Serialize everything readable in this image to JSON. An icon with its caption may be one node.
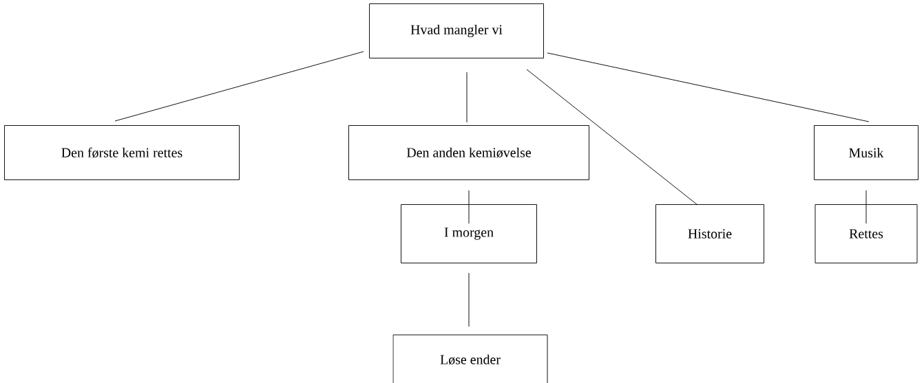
{
  "diagram": {
    "nodes": [
      {
        "text": [
          "Hvad mangler vi"
        ]
      },
      {
        "text": [
          "Den første kemi rettes"
        ]
      },
      {
        "text": [
          "Den anden kemiøvelse"
        ]
      },
      {
        "text": [
          "Musik"
        ]
      },
      {
        "text": [
          "I morgen"
        ]
      },
      {
        "text": [
          "Historie"
        ]
      },
      {
        "text": [
          "Rettes"
        ]
      },
      {
        "text": [
          "Løse ender"
        ]
      }
    ],
    "edges": [
      {
        "from": 0,
        "to": 1,
        "arrow": "none"
      },
      {
        "from": 0,
        "to": 2,
        "arrow": "none"
      },
      {
        "from": 0,
        "to": 5,
        "arrow": "none"
      },
      {
        "from": 0,
        "to": 3,
        "arrow": "none"
      },
      {
        "from": 2,
        "to": 4,
        "arrow": "none"
      },
      {
        "from": 4,
        "to": 7,
        "arrow": "none"
      },
      {
        "from": 3,
        "to": 6,
        "arrow": "none"
      }
    ]
  }
}
